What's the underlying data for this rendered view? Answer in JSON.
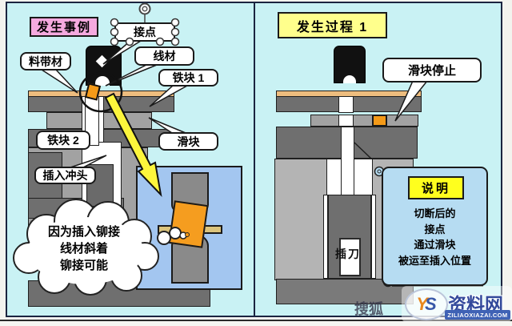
{
  "left": {
    "title": "发生事例",
    "labels": {
      "contact": "接点",
      "wire": "线材",
      "iron_block_1": "铁块 1",
      "material_strip": "料带材",
      "iron_block_2": "铁块 2",
      "slider": "滑块",
      "insert_punch": "插入冲头"
    },
    "cloud": {
      "line1": "因为插入铆接",
      "line2": "线材斜着",
      "line3": "铆接可能"
    }
  },
  "right": {
    "title": "发生过程 1",
    "labels": {
      "slider_stop": "滑块停止",
      "insert_blade": "插刀"
    },
    "note": {
      "title": "说明",
      "line1": "切断后的",
      "line2": "接点",
      "line3": "通过滑块",
      "line4": "被运至插入位置"
    }
  },
  "watermark": {
    "sohu": "搜狐",
    "logo": "YS",
    "site": "资料网",
    "url": "ZILIAOXIAZAI.COM"
  },
  "colors": {
    "background": "#c9f2f4",
    "panel_border": "#1b2440",
    "title_left_bg": "#f5a9df",
    "title_right_bg": "#ffff8c",
    "note_title_bg": "#ffff1e",
    "dark_block": "#6f6f6f",
    "medium_block": "#a2a2a2",
    "light_block": "#b4b4b4",
    "material_strip": "#eebd7e",
    "orange": "#f49a18",
    "inset_bg": "#a3c6f0",
    "scroll_bg": "#b6dcf2",
    "arrow": "#fdf63c"
  }
}
